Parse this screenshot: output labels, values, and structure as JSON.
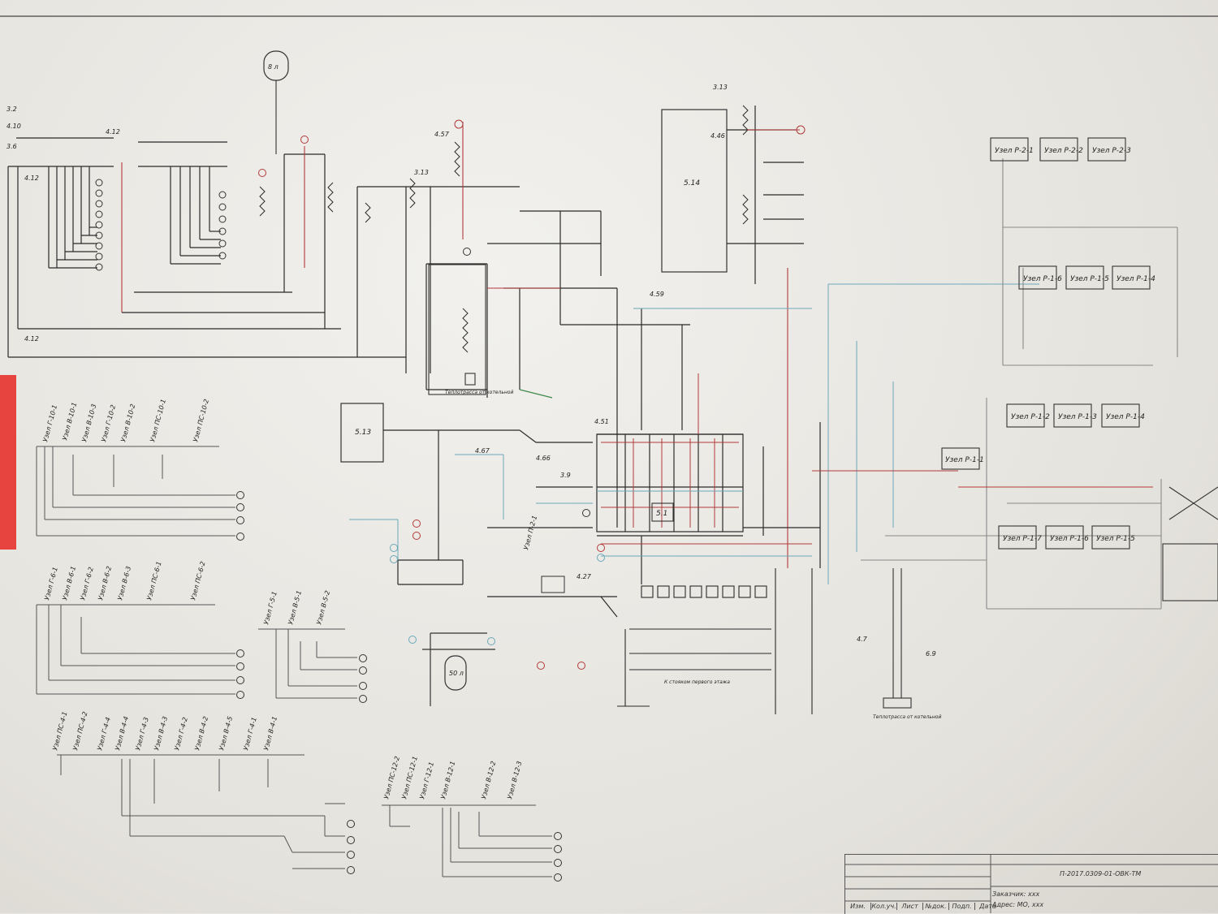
{
  "margin_code": "4.12",
  "tags": {
    "source_a": "4.12",
    "source_b": "4.12",
    "source_c": "3.2",
    "source_d": "3.6",
    "source_e": "4.10",
    "mid_a": "4.57",
    "mid_b": "3.13",
    "right_a": "4.46",
    "right_b": "3.13",
    "center_a": "4.59",
    "center_b": "4.51",
    "pump_a": "4.66",
    "pump_b": "4.67",
    "low_a": "4.27",
    "low_b": "3.9",
    "lower_a": "4.7",
    "lower_b": "6.9"
  },
  "vessels": {
    "v8": "8 л",
    "v50": "50 л"
  },
  "tanks": {
    "t514": "5.14",
    "t513": "5.13",
    "t51": "5.1"
  },
  "captions": {
    "heat_main_1": "Теплотрасса от котельной",
    "heat_main_2": "Теплотрасса от котельной",
    "to_first_floor": "К стояком первого этажа"
  },
  "nodes_r2": [
    "Узел Р-2-1",
    "Узел Р-2-2",
    "Узел Р-2-3"
  ],
  "nodes_r1_top": [
    "Узел Р-1-6",
    "Узел Р-1-5",
    "Узел Р-1-4"
  ],
  "nodes_r1_mid": [
    "Узел Р-1-2",
    "Узел Р-1-3",
    "Узел Р-1-4"
  ],
  "node_r11": "Узел Р-1-1",
  "nodes_r1_low": [
    "Узел Р-1-7",
    "Узел Р-1-6",
    "Узел Р-1-5"
  ],
  "node_p21": "Узел П-2-1",
  "group_10": [
    "Узел Г-10-1",
    "Узел В-10-1",
    "Узел В-10-3",
    "Узел Г-10-2",
    "Узел В-10-2",
    "Узел ПС-10-1",
    "Узел ПС-10-2"
  ],
  "group_6": [
    "Узел Г-6-1",
    "Узел В-6-1",
    "Узел Г-6-2",
    "Узел В-6-2",
    "Узел В-6-3",
    "Узел ПС-6-1",
    "Узел ПС-6-2"
  ],
  "group_5": [
    "Узел Г-5-1",
    "Узел В-5-1",
    "Узел В-5-2"
  ],
  "group_4": [
    "Узел ПС-4-1",
    "Узел ПС-4-2",
    "Узел Г-4-4",
    "Узел В-4-4",
    "Узел Г-4-3",
    "Узел В-4-3",
    "Узел Г-4-2",
    "Узел В-4-2",
    "Узел В-4-5",
    "Узел Г-4-1",
    "Узел В-4-1"
  ],
  "group_12": [
    "Узел ПС-12-2",
    "Узел ПС-12-1",
    "Узел Г-12-1",
    "Узел В-12-1",
    "Узел В-12-2",
    "Узел В-12-3"
  ],
  "title_block": {
    "code": "П-2017.0309-01-ОВК-ТМ",
    "customer": "Заказчик: ххх",
    "address": "Адрес: МО, ххх",
    "columns": [
      "Изм.",
      "Кол.уч.",
      "Лист",
      "№док.",
      "Подп.",
      "Дата"
    ]
  },
  "colors": {
    "line": "#2a2a2a",
    "red_line": "#b23a3a",
    "blue_line": "#6aa8b8",
    "green_line": "#3f8a4a",
    "gray_line": "#8a8a8a",
    "tape": "#e8443f"
  }
}
